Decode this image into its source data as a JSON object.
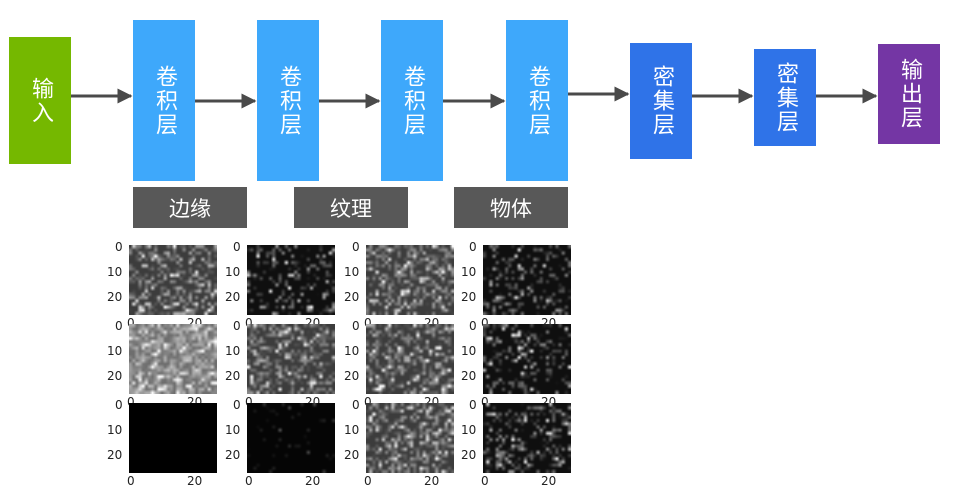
{
  "colors": {
    "input": "#75b800",
    "conv": "#3ea8fb",
    "dense": "#2f73e8",
    "output": "#7436a4",
    "arrow": "#4a4a4a",
    "label_bar": "#585858"
  },
  "pipeline": {
    "input_label": "输入",
    "conv_labels": [
      "卷积层",
      "卷积层",
      "卷积层",
      "卷积层"
    ],
    "dense_labels": [
      "密集层",
      "密集层"
    ],
    "output_label": "输出层"
  },
  "feature_labels": [
    "边缘",
    "纹理",
    "物体"
  ],
  "feature_maps": {
    "y_ticks": [
      "0",
      "10",
      "20"
    ],
    "x_ticks": [
      "0",
      "20"
    ],
    "grid": [
      [
        "medium",
        "dark",
        "medium",
        "dark"
      ],
      [
        "light",
        "medium",
        "medium",
        "dark"
      ],
      [
        "black",
        "sparse",
        "medium",
        "dark"
      ]
    ]
  }
}
